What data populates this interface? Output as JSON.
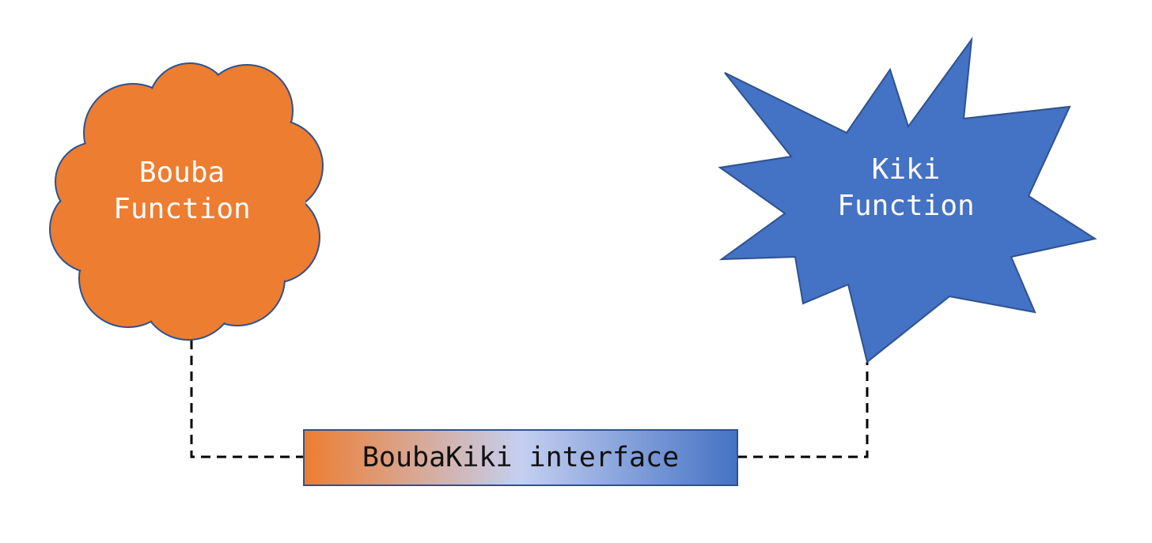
{
  "colors": {
    "bouba_fill": "#ED7D31",
    "kiki_fill": "#4472C4",
    "outline": "#2F528F",
    "interface_gradient_mid": "#C5CFF0",
    "connector": "#000000"
  },
  "nodes": {
    "bouba": {
      "shape": "cloud",
      "label": "Bouba\nFunction"
    },
    "kiki": {
      "shape": "starburst",
      "label": "Kiki\nFunction"
    },
    "interface": {
      "shape": "gradient-rectangle",
      "label": "BoubaKiki interface"
    }
  },
  "edges": [
    {
      "from": "bouba",
      "to": "interface",
      "style": "dashed"
    },
    {
      "from": "interface",
      "to": "kiki",
      "style": "dashed"
    }
  ]
}
